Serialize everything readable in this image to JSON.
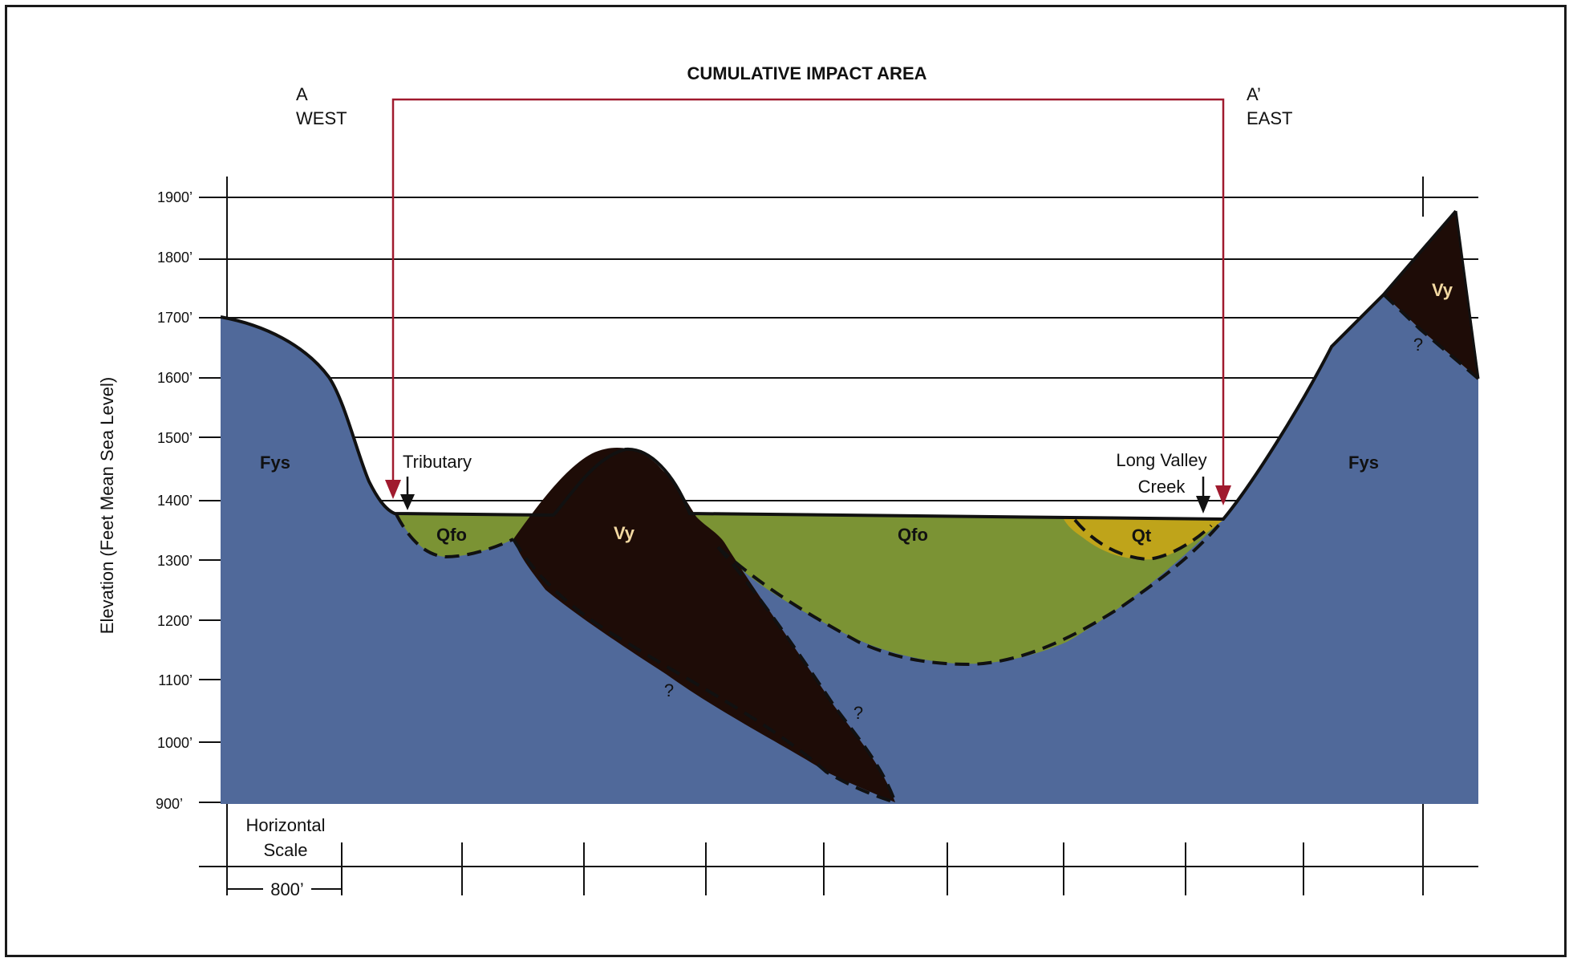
{
  "diagram": {
    "title": "CUMULATIVE IMPACT AREA",
    "west_label": {
      "letter": "A",
      "direction": "WEST"
    },
    "east_label": {
      "letter": "A’",
      "direction": "EAST"
    },
    "y_axis_label": "Elevation (Feet Mean Sea Level)",
    "elevation_ticks": [
      "1900’",
      "1800’",
      "1700’",
      "1600’",
      "1500’",
      "1400’",
      "1300’",
      "1200’",
      "1100’",
      "1000’",
      "900’"
    ],
    "horizontal_scale": {
      "line1": "Horizontal",
      "line2": "Scale",
      "distance": "800’"
    },
    "features": {
      "tributary": "Tributary",
      "creek_line1": "Long Valley",
      "creek_line2": "Creek"
    },
    "units": {
      "fys_west": "Fys",
      "fys_east": "Fys",
      "qfo_small": "Qfo",
      "qfo_large": "Qfo",
      "vy_central": "Vy",
      "vy_east": "Vy",
      "qt": "Qt"
    },
    "uncertain_marks": [
      "?",
      "?",
      "?"
    ],
    "colors": {
      "bedrock_fys": "#50699a",
      "alluvium_qfo": "#7b9334",
      "terrace_qt": "#bfa41a",
      "volcanic_vy": "#1e0c07",
      "impact_area": "#a01a2e",
      "title_text": "#7a1628"
    }
  }
}
